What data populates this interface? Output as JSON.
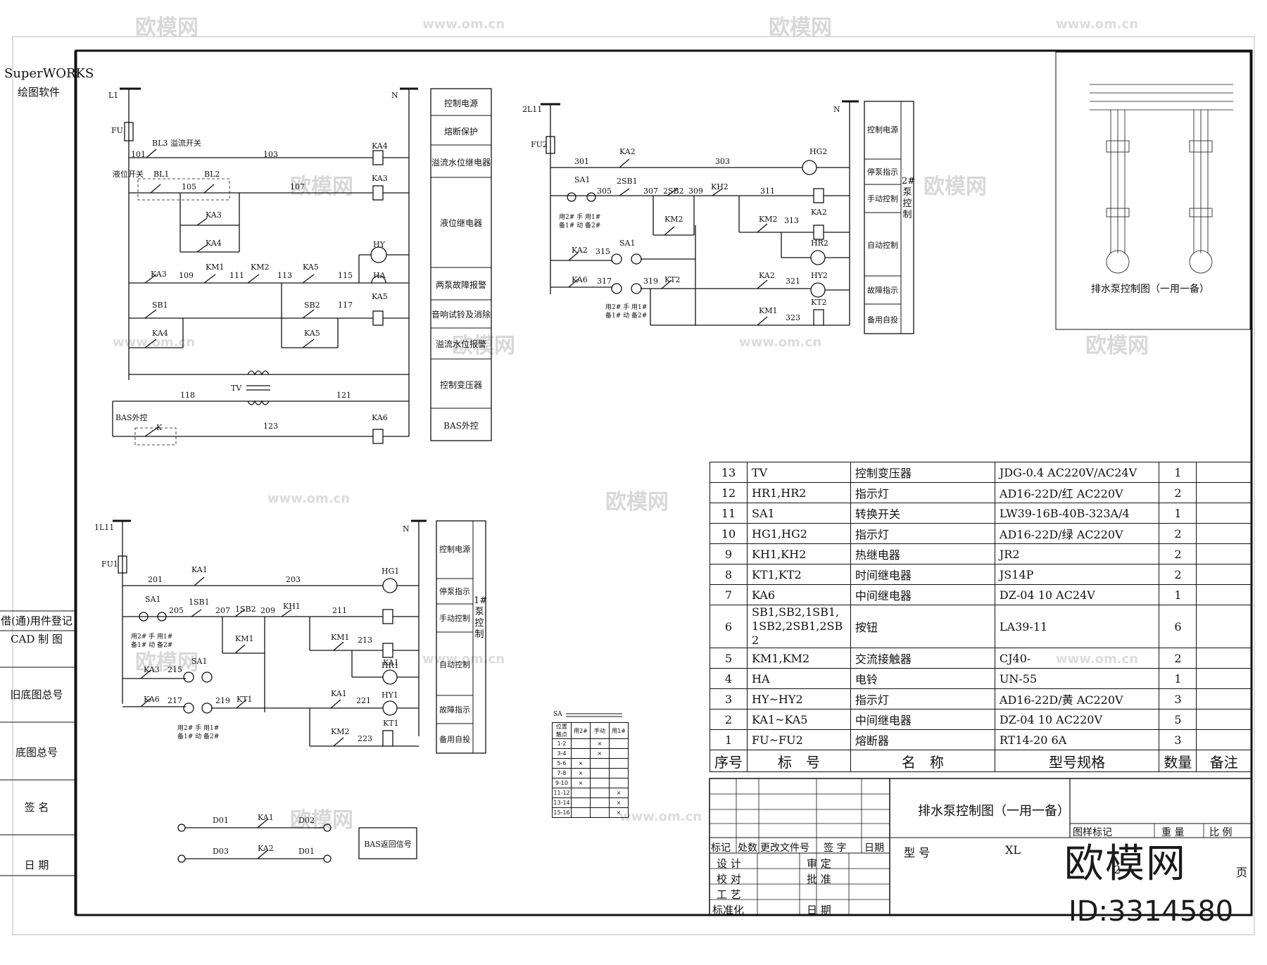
{
  "sidebar": {
    "brand_line1": "SuperWORKS",
    "brand_line2": "绘图软件",
    "cells": [
      "借(通)用件登记",
      "CAD 制 图",
      "旧底图总号",
      "底图总号",
      "签 名",
      "日 期"
    ]
  },
  "circuit1": {
    "phase_top": "L1",
    "neutral": "N",
    "labels": [
      "FU",
      "101",
      "BL3 溢流开关",
      "103",
      "KA4",
      "液位开关",
      "BL1",
      "105",
      "BL2",
      "107",
      "KA3",
      "KA3",
      "KA4",
      "KA3",
      "109",
      "KM1",
      "111",
      "KM2",
      "113",
      "KA5",
      "115",
      "HY",
      "HA",
      "SB1",
      "SB2",
      "117",
      "KA5",
      "KA4",
      "KA5",
      "TV",
      "118",
      "121",
      "BAS外控",
      "K",
      "123",
      "KA6"
    ],
    "functions": [
      "控制电源",
      "熔断保护",
      "溢流水位继电器",
      "液位继电器",
      "两泵故障报警",
      "音响试铃及消除",
      "溢流水位报警",
      "控制变压器",
      "BAS外控"
    ]
  },
  "circuit2": {
    "phase_top": "2L11",
    "neutral": "N",
    "labels": [
      "FU2",
      "301",
      "KA2",
      "303",
      "HG2",
      "SA1",
      "2SB1",
      "305",
      "307",
      "2SB2",
      "309",
      "KH2",
      "311",
      "KM2",
      "KM2",
      "313",
      "KA2",
      "HR2",
      "KA2",
      "315",
      "SA1",
      "KA2",
      "321",
      "HY2",
      "KA6",
      "317",
      "319",
      "KT2",
      "KM1",
      "323",
      "KT2"
    ],
    "switch_notes": [
      "用2# 手 用1#",
      "备1# 动 备2#",
      "用2# 手 用1#",
      "备1# 动 备2#"
    ],
    "functions": [
      "控制电源",
      "停泵指示",
      "手动控制",
      "自动控制",
      "故障指示",
      "备用自投"
    ],
    "vertical_tag": "2#泵控制"
  },
  "circuit3": {
    "phase_top": "1L11",
    "neutral": "N",
    "labels": [
      "FU1",
      "201",
      "KA1",
      "203",
      "HG1",
      "SA1",
      "1SB1",
      "205",
      "207",
      "1SB2",
      "209",
      "KH1",
      "211",
      "KM1",
      "KM1",
      "213",
      "KA1",
      "HR1",
      "KA3",
      "215",
      "SA1",
      "KA1",
      "221",
      "HY1",
      "KA6",
      "217",
      "219",
      "KT1",
      "KM2",
      "223",
      "KT1"
    ],
    "switch_notes": [
      "用2# 手 用1#",
      "备1# 动 备2#",
      "用2# 手 用1#",
      "备1# 动 备2#"
    ],
    "functions": [
      "控制电源",
      "停泵指示",
      "手动控制",
      "自动控制",
      "故障指示",
      "备用自投"
    ],
    "vertical_tag": "1#泵控制"
  },
  "bas_signal": {
    "labels": [
      "D01",
      "KA1",
      "D02",
      "D03",
      "KA2",
      "D01"
    ],
    "box": "BAS返回信号"
  },
  "main_circuit": {
    "caption": "排水泵控制图（一用一备）"
  },
  "switch_table": {
    "title": "SA",
    "header": [
      "位置 触点",
      "用2#",
      "手动",
      "用1#"
    ],
    "rows": [
      [
        "1-2",
        "",
        "×",
        ""
      ],
      [
        "3-4",
        "",
        "×",
        ""
      ],
      [
        "5-6",
        "×",
        "",
        ""
      ],
      [
        "7-8",
        "×",
        "",
        ""
      ],
      [
        "9-10",
        "×",
        "",
        ""
      ],
      [
        "11-12",
        "",
        "",
        "×"
      ],
      [
        "13-14",
        "",
        "",
        "×"
      ],
      [
        "15-16",
        "",
        "",
        "×"
      ]
    ]
  },
  "bom": {
    "rows": [
      [
        "13",
        "TV",
        "控制变压器",
        "JDG-0.4 AC220V/AC24V",
        "1",
        ""
      ],
      [
        "12",
        "HR1,HR2",
        "指示灯",
        "AD16-22D/红 AC220V",
        "2",
        ""
      ],
      [
        "11",
        "SA1",
        "转换开关",
        "LW39-16B-40B-323A/4",
        "1",
        ""
      ],
      [
        "10",
        "HG1,HG2",
        "指示灯",
        "AD16-22D/绿 AC220V",
        "2",
        ""
      ],
      [
        "9",
        "KH1,KH2",
        "热继电器",
        "JR2",
        "2",
        ""
      ],
      [
        "8",
        "KT1,KT2",
        "时间继电器",
        "JS14P",
        "2",
        ""
      ],
      [
        "7",
        "KA6",
        "中间继电器",
        "DZ-04 10 AC24V",
        "1",
        ""
      ],
      [
        "6",
        "SB1,SB2,1SB1,1SB2,2SB1,2SB2",
        "按钮",
        "LA39-11",
        "6",
        ""
      ],
      [
        "5",
        "KM1,KM2",
        "交流接触器",
        "CJ40-",
        "2",
        ""
      ],
      [
        "4",
        "HA",
        "电铃",
        "UN-55",
        "1",
        ""
      ],
      [
        "3",
        "HY~HY2",
        "指示灯",
        "AD16-22D/黄 AC220V",
        "3",
        ""
      ],
      [
        "2",
        "KA1~KA5",
        "中间继电器",
        "DZ-04 10 AC220V",
        "5",
        ""
      ],
      [
        "1",
        "FU~FU2",
        "熔断器",
        "RT14-20 6A",
        "3",
        ""
      ]
    ],
    "header": [
      "序号",
      "标　号",
      "名　称",
      "型号规格",
      "数量",
      "备注"
    ]
  },
  "title_block": {
    "drawing_title": "排水泵控制图（一用一备）",
    "rev_headers": [
      "标记",
      "处数",
      "更改文件号",
      "签 字",
      "日期"
    ],
    "roles_left": [
      "设 计",
      "校 对",
      "工 艺",
      "标准化"
    ],
    "roles_right": [
      "审 定",
      "批 准",
      "",
      "日 期"
    ],
    "type_label": "型 号",
    "type_value": "XL",
    "mark_headers": [
      "图样标记",
      "重 量",
      "比 例"
    ],
    "sheet_fragment_left": "2",
    "sheet_fragment_right": "页"
  },
  "watermark": {
    "brand": "欧模网",
    "site": "www.om.cn",
    "logo": "欧模网",
    "id": "ID:3314580"
  }
}
